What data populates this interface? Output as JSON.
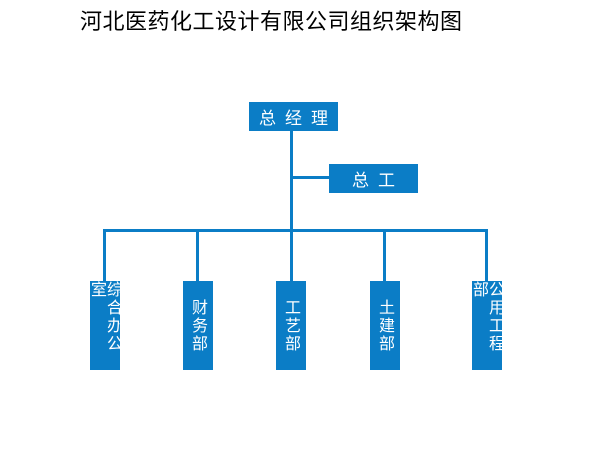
{
  "title": "河北医药化工设计有限公司组织架构图",
  "org": {
    "root": "总经理",
    "assistant": "总工",
    "departments": [
      "综合办公室",
      "财务部",
      "工艺部",
      "土建部",
      "公用工程部"
    ]
  },
  "colors": {
    "box_fill": "#0b7dc6",
    "box_text": "#ffffff",
    "connector": "#0b7dc6"
  }
}
